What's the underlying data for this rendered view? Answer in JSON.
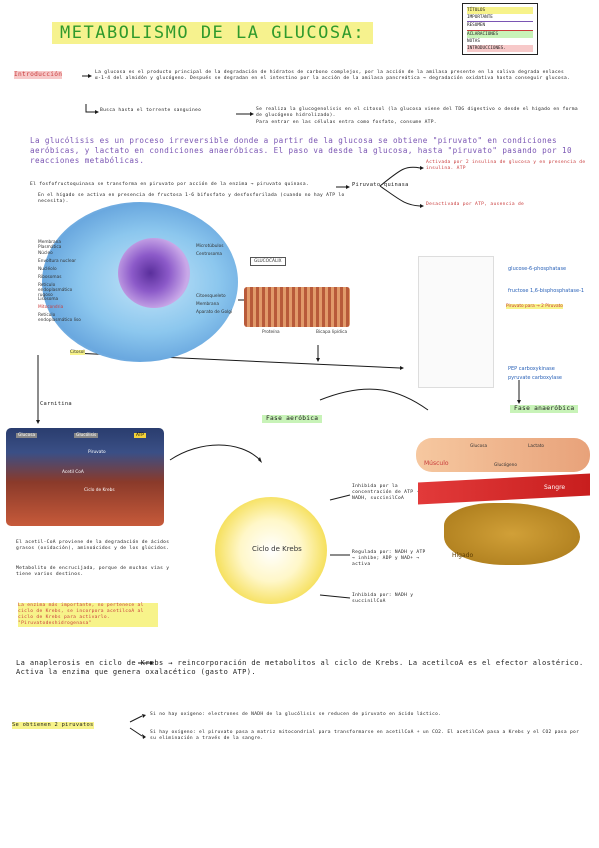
{
  "title": "METABOLISMO DE LA GLUCOSA:",
  "legend": {
    "items": [
      "Títulos",
      "Importante",
      "Resumen",
      "Aclaraciones",
      "Notas",
      "Introducciones."
    ]
  },
  "intro": {
    "heading": "Introducción",
    "text": "La glucosa es el producto principal de la degradación de hidratos de carbono complejos, por la acción de la amilasa presente en la saliva degrada enlaces α-1-4 del almidón y glucógeno. Después se degradan en el intestino por la acción de la amilasa pancreática → degradación oxidativa hasta conseguir glucosa."
  },
  "entry": {
    "lead": "Busca hasta el torrente sanguíneo",
    "arrow_text": "Se realiza la glucogenolisis en el citosol (la glucosa viene del TDG digestivo o desde el hígado en forma de glucógeno hidrolizado).",
    "arrow_text2": "Para entrar en las células entra como fosfato, consume ATP."
  },
  "main_paragraph": "La glucólisis es un proceso irreversible donde a partir de la glucosa se obtiene \"piruvato\" en condiciones aeróbicas, y lactato en condiciones anaeróbicas. El paso va desde la glucosa, hasta \"piruvato\" pasando por 10 reacciones metabólicas.",
  "pfk": {
    "text": "El fosfofructoquinasa se transforma en piruvato por acción de la enzima → piruvato quinasa.",
    "text2": "En el hígado se activa en presencia de fructosa 1-6 bifosfato y desfosforilada (cuando no hay ATP lo necesita).",
    "enzyme": "Piruvato quinasa",
    "activated": "Activada por 2 insulina de glucosa y en presencia de insulina. ATP",
    "deactivated": "Desactivada por ATP, ausencia de"
  },
  "cell_labels": {
    "left": [
      "Membrana Plasmática",
      "Núcleo",
      "Envoltura nuclear",
      "Nucléolo",
      "Ribosomas",
      "Retículo endoplasmático rugoso",
      "Lisosoma",
      "Mitocondria",
      "Retículo endoplasmático liso",
      "Citosol"
    ],
    "right": [
      "Microtúbulos",
      "Centrosoma",
      "Citoesqueleto",
      "Membrana",
      "Aparato de Golgi"
    ]
  },
  "membrane_labels": [
    "GLUCOCÁLIX",
    "Proteína",
    "Bicapa lipídica"
  ],
  "pathway": {
    "labels": [
      "glucose-6-phosphatase",
      "fructose 1,6-bisphosphatase-1",
      "PEP carboxykinase",
      "pyruvate carboxylase"
    ],
    "note": "Piruvato para → 2 Piruvato"
  },
  "sections": {
    "carnitina": "Carnitina",
    "fase_aerobica": "Fase aeróbica",
    "fase_anaerobica": "Fase anaeróbica"
  },
  "mito": {
    "labels": [
      "Glucosa",
      "Glucólisis",
      "ATP",
      "Piruvato",
      "Acetil CoA",
      "Ciclo de Krebs"
    ]
  },
  "mito_notes": {
    "text": "El acetil-CoA proviene de la degradación de ácidos grasos (oxidación), aminoácidos y de los glúcidos.",
    "text2": "Metabolito de encrucijada, porque de muchas vías y tiene varios destinos."
  },
  "enzyme_note": "La enzima más importante, no pertenece al ciclo de Krebs, se incorpora acetilcoA al ciclo de Krebs para activarlo. \"Piruvatodeshidrogenasa\"",
  "krebs": {
    "title": "Ciclo de Krebs",
    "inhibitors": "Inhibida por la concentración de ATP · NADH, succinilCoA",
    "regulated": "Regulada por: NADH y ATP → inhibe; ADP y NAD+ → activa",
    "inhibited": "Inhibida por: NADH y succinilCoA"
  },
  "cori": {
    "labels": [
      "Músculo",
      "Glucosa",
      "Lactato",
      "Glucógeno",
      "Sangre",
      "Hígado"
    ]
  },
  "anaplerosis": "La anaplerosis en ciclo de Krebs → reincorporación de metabolitos al ciclo de Krebs. La acetilcoA es el efector alostérico. Activa la enzima que genera oxalacético (gasto ATP).",
  "outcomes": {
    "lead": "Se obtienen 2 piruvatos",
    "no_oxygen": "Si no hay oxígeno: electrones de NADH de la glucólisis se reducen de piruvato en ácido láctico.",
    "oxygen": "Si hay oxígeno: el piruvato pasa a matriz mitocondrial para transformarse en acetilCoA + un CO2. El acetilCoA pasa a Krebs y el CO2 pasa por su eliminación a través de la sangre."
  }
}
